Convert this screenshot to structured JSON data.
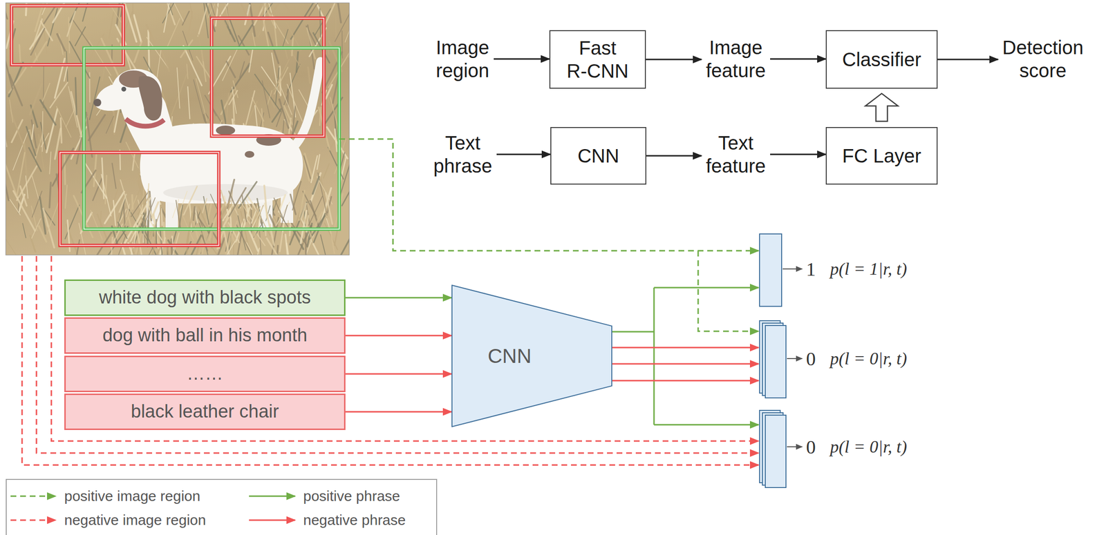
{
  "diagram": {
    "nodes": [
      {
        "text": [
          "Image region"
        ]
      },
      {
        "text": [
          "Fast R-CNN"
        ]
      },
      {
        "text": [
          "Image feature"
        ]
      },
      {
        "text": [
          "Classifier"
        ]
      },
      {
        "text": [
          "Detection score"
        ]
      },
      {
        "text": [
          "Text phrase"
        ]
      },
      {
        "text": [
          "CNN"
        ]
      },
      {
        "text": [
          "Text feature"
        ]
      },
      {
        "text": [
          "FC Layer"
        ]
      },
      {
        "text": [
          "white dog with black spots"
        ]
      },
      {
        "text": [
          "dog with ball in his month"
        ]
      },
      {
        "text": [
          "……"
        ]
      },
      {
        "text": [
          "black leather chair"
        ]
      },
      {
        "text": [
          "CNN"
        ]
      }
    ],
    "edges": [
      {
        "from": 0,
        "to": 1,
        "arrow": "to"
      },
      {
        "from": 1,
        "to": 2,
        "arrow": "to"
      },
      {
        "from": 2,
        "to": 3,
        "arrow": "to"
      },
      {
        "from": 3,
        "to": 4,
        "arrow": "to"
      },
      {
        "from": 5,
        "to": 6,
        "arrow": "to"
      },
      {
        "from": 6,
        "to": 7,
        "arrow": "to"
      },
      {
        "from": 7,
        "to": 8,
        "arrow": "to"
      },
      {
        "from": 8,
        "to": 3,
        "arrow": "to"
      },
      {
        "from": 9,
        "to": 13,
        "arrow": "to"
      },
      {
        "from": 10,
        "to": 13,
        "arrow": "to"
      },
      {
        "from": 11,
        "to": 13,
        "arrow": "to"
      },
      {
        "from": 12,
        "to": 13,
        "arrow": "to"
      }
    ],
    "labels": [
      "1",
      "p(l = 1|r, t)",
      "0",
      "p(l = 0|r, t)",
      "0",
      "p(l = 0|r, t)"
    ],
    "legend": [
      {
        "text": "positive image region"
      },
      {
        "text": "positive phrase"
      },
      {
        "text": "negative image region"
      },
      {
        "text": "negative phrase"
      }
    ]
  }
}
